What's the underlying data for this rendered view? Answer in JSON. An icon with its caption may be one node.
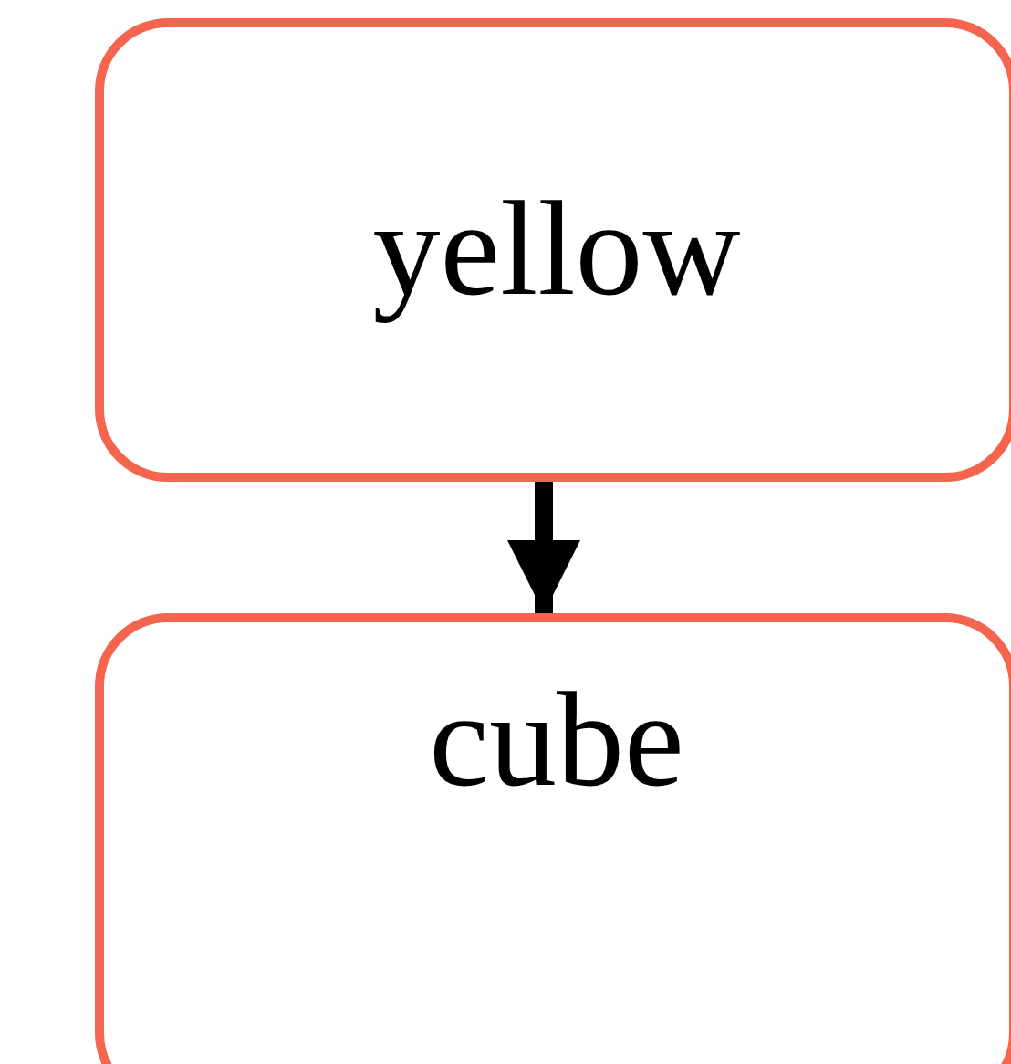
{
  "diagram": {
    "nodes": [
      {
        "text": [
          "yellow"
        ]
      },
      {
        "text": [
          "cube"
        ]
      }
    ],
    "edges": [
      {
        "from": 0,
        "to": 1,
        "arrow": "to"
      }
    ]
  }
}
